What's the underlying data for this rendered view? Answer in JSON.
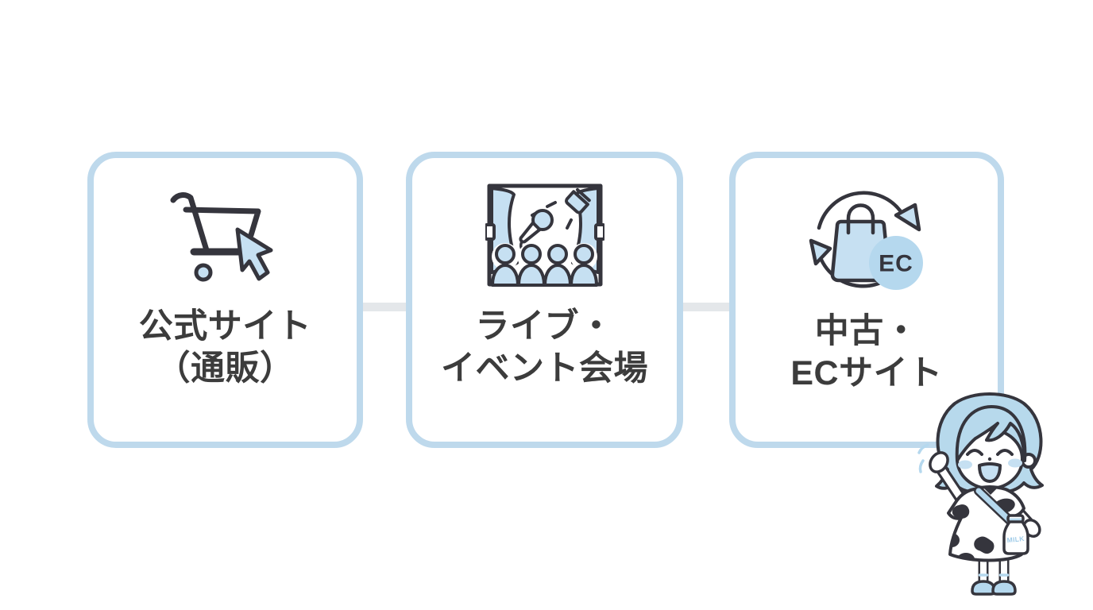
{
  "colors": {
    "background": "#ffffff",
    "box_border": "#bed9ec",
    "connector": "#e4e7ea",
    "icon_fill": "#c6e0f2",
    "icon_fill_deep": "#b5d8ee",
    "stroke_dark": "#35353d",
    "label_text": "#3c3c3c",
    "spot_black": "#2e2e36"
  },
  "boxes": [
    {
      "icon": "cart-cursor-icon",
      "label_line1": "公式サイト",
      "label_line2": "（通販）"
    },
    {
      "icon": "stage-audience-icon",
      "label_line1": "ライブ・",
      "label_line2": "イベント会場"
    },
    {
      "icon": "bag-cycle-icon",
      "label_line1": "中古・",
      "label_line2": "ECサイト",
      "badge_text": "EC"
    }
  ],
  "mascot": {
    "bag_text": "MILK"
  }
}
